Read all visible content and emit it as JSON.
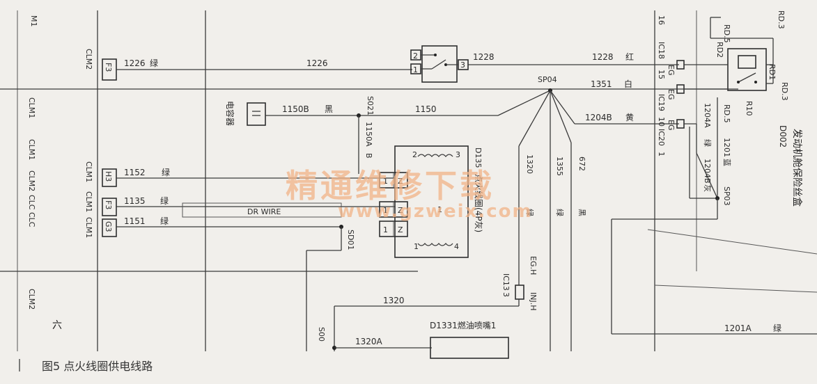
{
  "caption": {
    "text": "图5  点火线圈供电线路"
  },
  "watermark": {
    "cn": "精通维修下载",
    "url": "www.gzweix.com"
  },
  "left_columns": [
    "CLM1",
    "CLM1",
    "CLM2",
    "CLC CLC",
    "CLM2"
  ],
  "left_pins": {
    "f3_top": "F3",
    "h3": "H3",
    "f3_mid": "F3",
    "g3": "G3",
    "clm2_top": "CLM2",
    "clm1_h3": "CLM1",
    "clm1_f3": "CLM1",
    "clm1_g3": "CLM1"
  },
  "wires": {
    "w1226_left": "1226",
    "w1226_left_color": "绿",
    "w1226_mid": "1226",
    "w1228_switch": "1228",
    "w1228_right": "1228",
    "w1228_color": "红",
    "w1351": "1351",
    "w1351_color": "白",
    "w1150b": "1150B",
    "w1150b_color": "黑",
    "w1150": "1150",
    "w1204b": "1204B",
    "w1204b_color": "黄",
    "w1152": "1152",
    "w1152_color": "绿",
    "w1135": "1135",
    "w1135_color": "绿",
    "w1151": "1151",
    "w1151_color": "绿",
    "w1150a": "1150A",
    "w1150a_color": "B",
    "w1320v": "1320",
    "w1320v_color": "绿",
    "w1355": "1355",
    "w1355_color": "绿",
    "w672": "672",
    "w672_color": "黑",
    "w1320h": "1320",
    "w1320a": "1320A",
    "w1204a": "1204A",
    "w1204a_color": "绿",
    "w1201": "1201",
    "w1201_color": "蓝",
    "w1204b_v": "1204B",
    "w1204b_v_color": "灰",
    "w1201a": "1201A",
    "w1201a_color": "绿"
  },
  "components": {
    "condenser": "电容器",
    "d135": "D135",
    "coil_name": "点火线圈(4P灰)",
    "dr_wire": "DR WIRE",
    "d1331": "D1331燃油喷嘴1",
    "d002": "D002",
    "fusebox": "发动机舱保险丝盒",
    "r10": "R10",
    "rd1": "RD1",
    "rd2": "RD2",
    "rd3": "RD.3",
    "rd5": "RD.5",
    "rd_top1": "RD.3",
    "rd_top2": "RD.5"
  },
  "connectors": {
    "sp04": "SP04",
    "s021": "S021",
    "sd01": "SD01",
    "sp03": "SP03",
    "s00": "S00",
    "ic18": "IC18",
    "ic19": "IC19",
    "ic20": "IC20",
    "eg1": "EG",
    "eg2": "EG",
    "eg3": "EG",
    "n15": "15",
    "n10": "10",
    "n1": "1",
    "n16": "16",
    "egh": "EG.H",
    "injh": "INJ.H",
    "ic13": "IC13",
    "ic13_pin": "3",
    "sw_pin2": "2",
    "sw_pin1": "1",
    "sw_pin3": "3",
    "coil_pin2": "2",
    "coil_pin3": "3",
    "coil_pin1": "1",
    "coil_pin4": "4",
    "coil_z1": "Z",
    "coil_z2": "Z",
    "coil_z3": "Z",
    "coil_1a": "1",
    "coil_1b": "1",
    "coil_1c": "1",
    "coil_mid1": "1"
  },
  "misc": {
    "corner_mark": "六",
    "top_label": "M1"
  }
}
